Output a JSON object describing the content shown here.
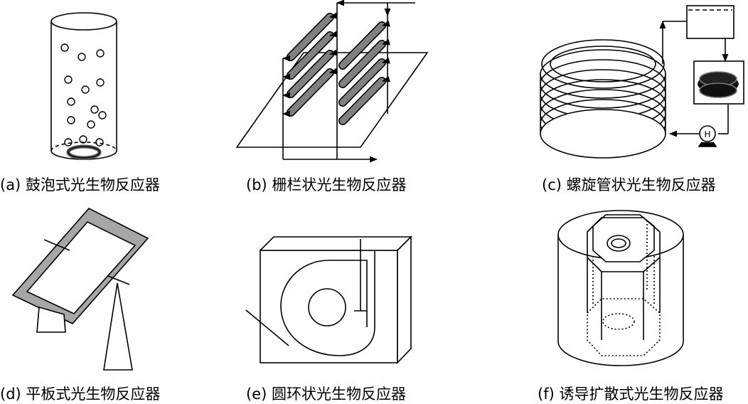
{
  "panels": {
    "a": {
      "caption": "(a) 鼓泡式光生物反应器"
    },
    "b": {
      "caption": "(b) 栅栏状光生物反应器"
    },
    "c": {
      "caption": "(c) 螺旋管状光生物反应器",
      "pump_symbol": "H"
    },
    "d": {
      "caption": "(d) 平板式光生物反应器"
    },
    "e": {
      "caption": "(e) 圆环状光生物反应器"
    },
    "f": {
      "caption": "(f) 诱导扩散式光生物反应器"
    }
  },
  "colors": {
    "stroke": "#000000",
    "tube_fill": "#808080",
    "frame_fill": "#a6a6a6"
  }
}
